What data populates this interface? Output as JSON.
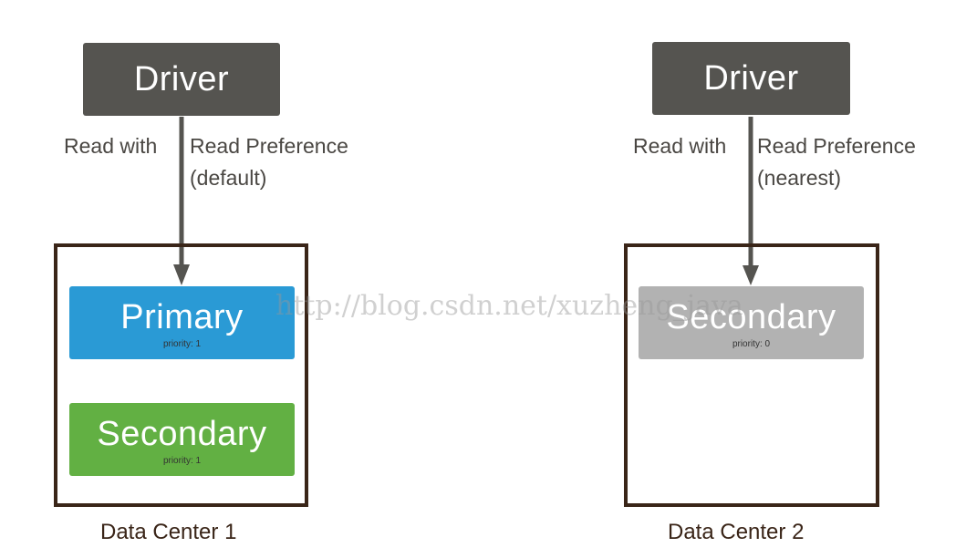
{
  "left": {
    "driver": "Driver",
    "read_with": "Read with",
    "pref_line1": "Read Preference",
    "pref_line2": "(default)",
    "nodes": [
      {
        "name": "Primary",
        "priority": "priority: 1",
        "color": "#2a9ad5"
      },
      {
        "name": "Secondary",
        "priority": "priority: 1",
        "color": "#62b043"
      }
    ],
    "dc_label": "Data Center 1"
  },
  "right": {
    "driver": "Driver",
    "read_with": "Read with",
    "pref_line1": "Read Preference",
    "pref_line2": "(nearest)",
    "nodes": [
      {
        "name": "Secondary",
        "priority": "priority: 0",
        "color": "#b2b2b2"
      }
    ],
    "dc_label": "Data Center 2"
  },
  "watermark": "http://blog.csdn.net/xuzheng_java",
  "colors": {
    "driver": "#555450",
    "arrow": "#555450",
    "box_border": "#3a2518"
  }
}
